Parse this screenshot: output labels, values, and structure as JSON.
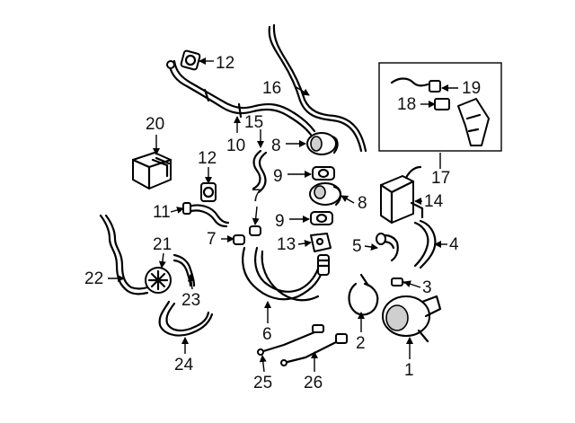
{
  "diagram": {
    "callouts": [
      {
        "id": "1",
        "label": "1"
      },
      {
        "id": "2",
        "label": "2"
      },
      {
        "id": "3",
        "label": "3"
      },
      {
        "id": "4",
        "label": "4"
      },
      {
        "id": "5",
        "label": "5"
      },
      {
        "id": "6",
        "label": "6"
      },
      {
        "id": "7a",
        "label": "7"
      },
      {
        "id": "7b",
        "label": "7"
      },
      {
        "id": "8a",
        "label": "8"
      },
      {
        "id": "8b",
        "label": "8"
      },
      {
        "id": "9a",
        "label": "9"
      },
      {
        "id": "9b",
        "label": "9"
      },
      {
        "id": "10",
        "label": "10"
      },
      {
        "id": "11",
        "label": "11"
      },
      {
        "id": "12a",
        "label": "12"
      },
      {
        "id": "12b",
        "label": "12"
      },
      {
        "id": "13",
        "label": "13"
      },
      {
        "id": "14",
        "label": "14"
      },
      {
        "id": "15",
        "label": "15"
      },
      {
        "id": "16",
        "label": "16"
      },
      {
        "id": "17",
        "label": "17"
      },
      {
        "id": "18",
        "label": "18"
      },
      {
        "id": "19",
        "label": "19"
      },
      {
        "id": "20",
        "label": "20"
      },
      {
        "id": "21",
        "label": "21"
      },
      {
        "id": "22",
        "label": "22"
      },
      {
        "id": "23",
        "label": "23"
      },
      {
        "id": "24",
        "label": "24"
      },
      {
        "id": "25",
        "label": "25"
      },
      {
        "id": "26",
        "label": "26"
      }
    ]
  }
}
